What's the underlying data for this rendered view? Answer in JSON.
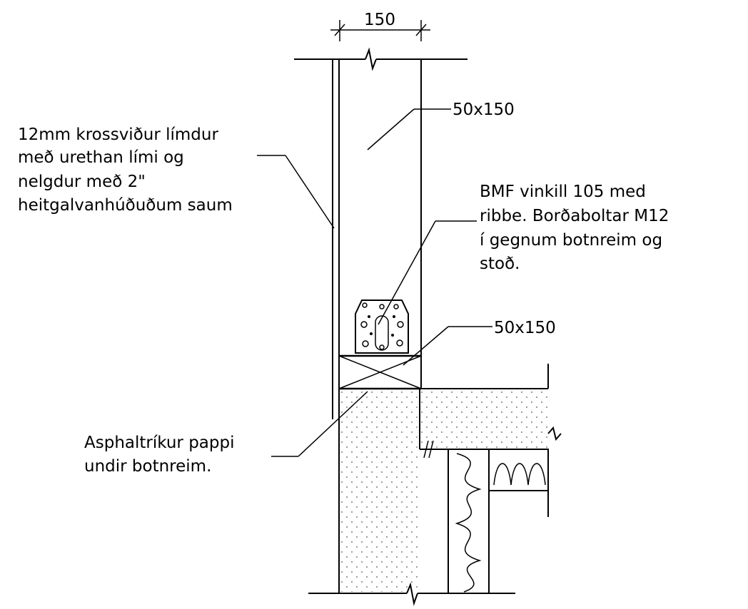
{
  "diagram": {
    "dimension": "150",
    "labels": {
      "stud_top": "50x150",
      "plywood": [
        "12mm krossviður límdur",
        "með urethan lími og",
        "nelgdur með 2\"",
        "heitgalvanhúðuðum saum"
      ],
      "bracket": [
        "BMF vinkill 105 med",
        "ribbe. Borðaboltar M12",
        "í gegnum botnreim og",
        "stoð."
      ],
      "sill_plate": "50x150",
      "asphalt": [
        "Asphaltríkur pappi",
        "undir botnreim."
      ]
    }
  }
}
